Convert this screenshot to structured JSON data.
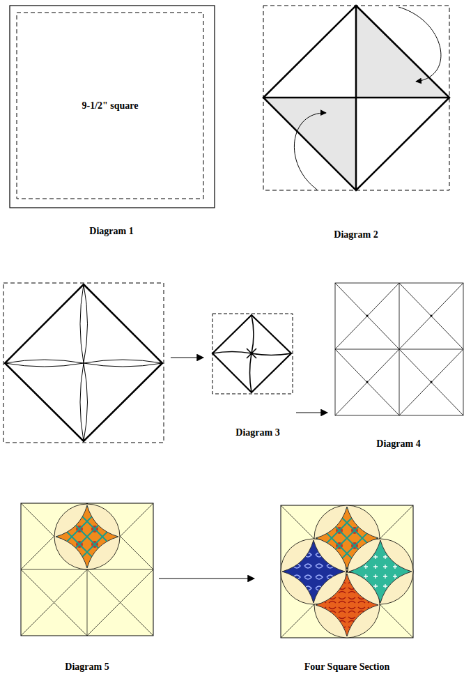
{
  "diagram": {
    "nodes": [
      {
        "text": [
          "9-1/2\" square"
        ]
      }
    ],
    "labels": [
      "Diagram 1",
      "Diagram 2",
      "Diagram 3",
      "Diagram 4",
      "Diagram 5",
      "Four Square Section"
    ]
  }
}
